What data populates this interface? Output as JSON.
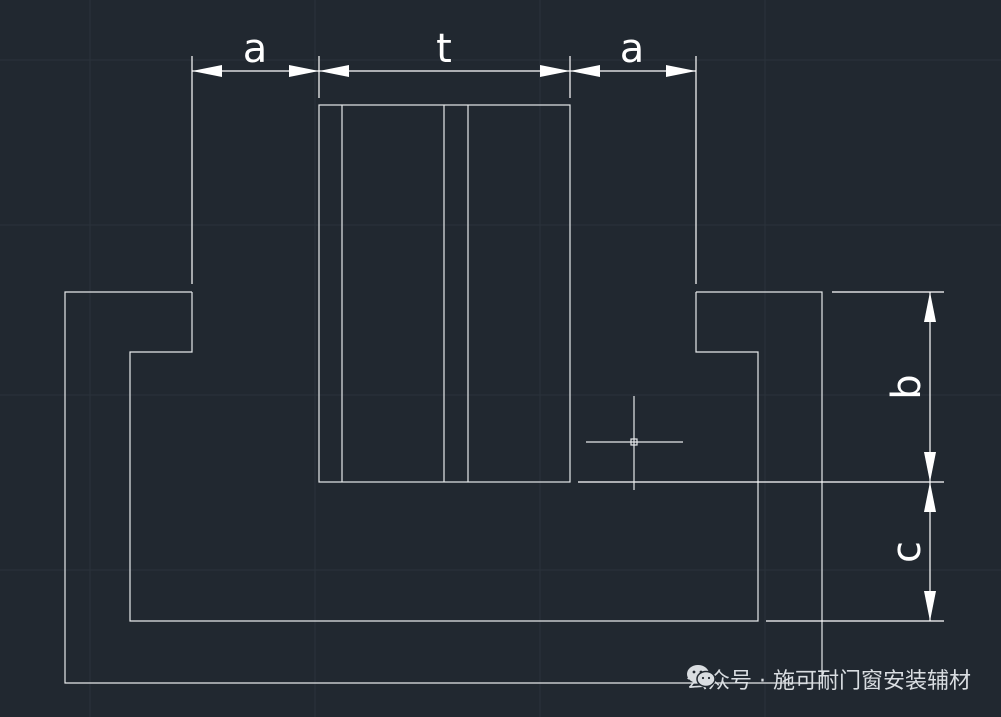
{
  "dimensions": {
    "a_left": "a",
    "t": "t",
    "a_right": "a",
    "b": "b",
    "c": "c"
  },
  "watermark": {
    "icon": "wechat-icon",
    "text": "公众号 · 施可耐门窗安装辅材"
  },
  "colors": {
    "background": "#212830",
    "lines": "#e6e8ea"
  }
}
